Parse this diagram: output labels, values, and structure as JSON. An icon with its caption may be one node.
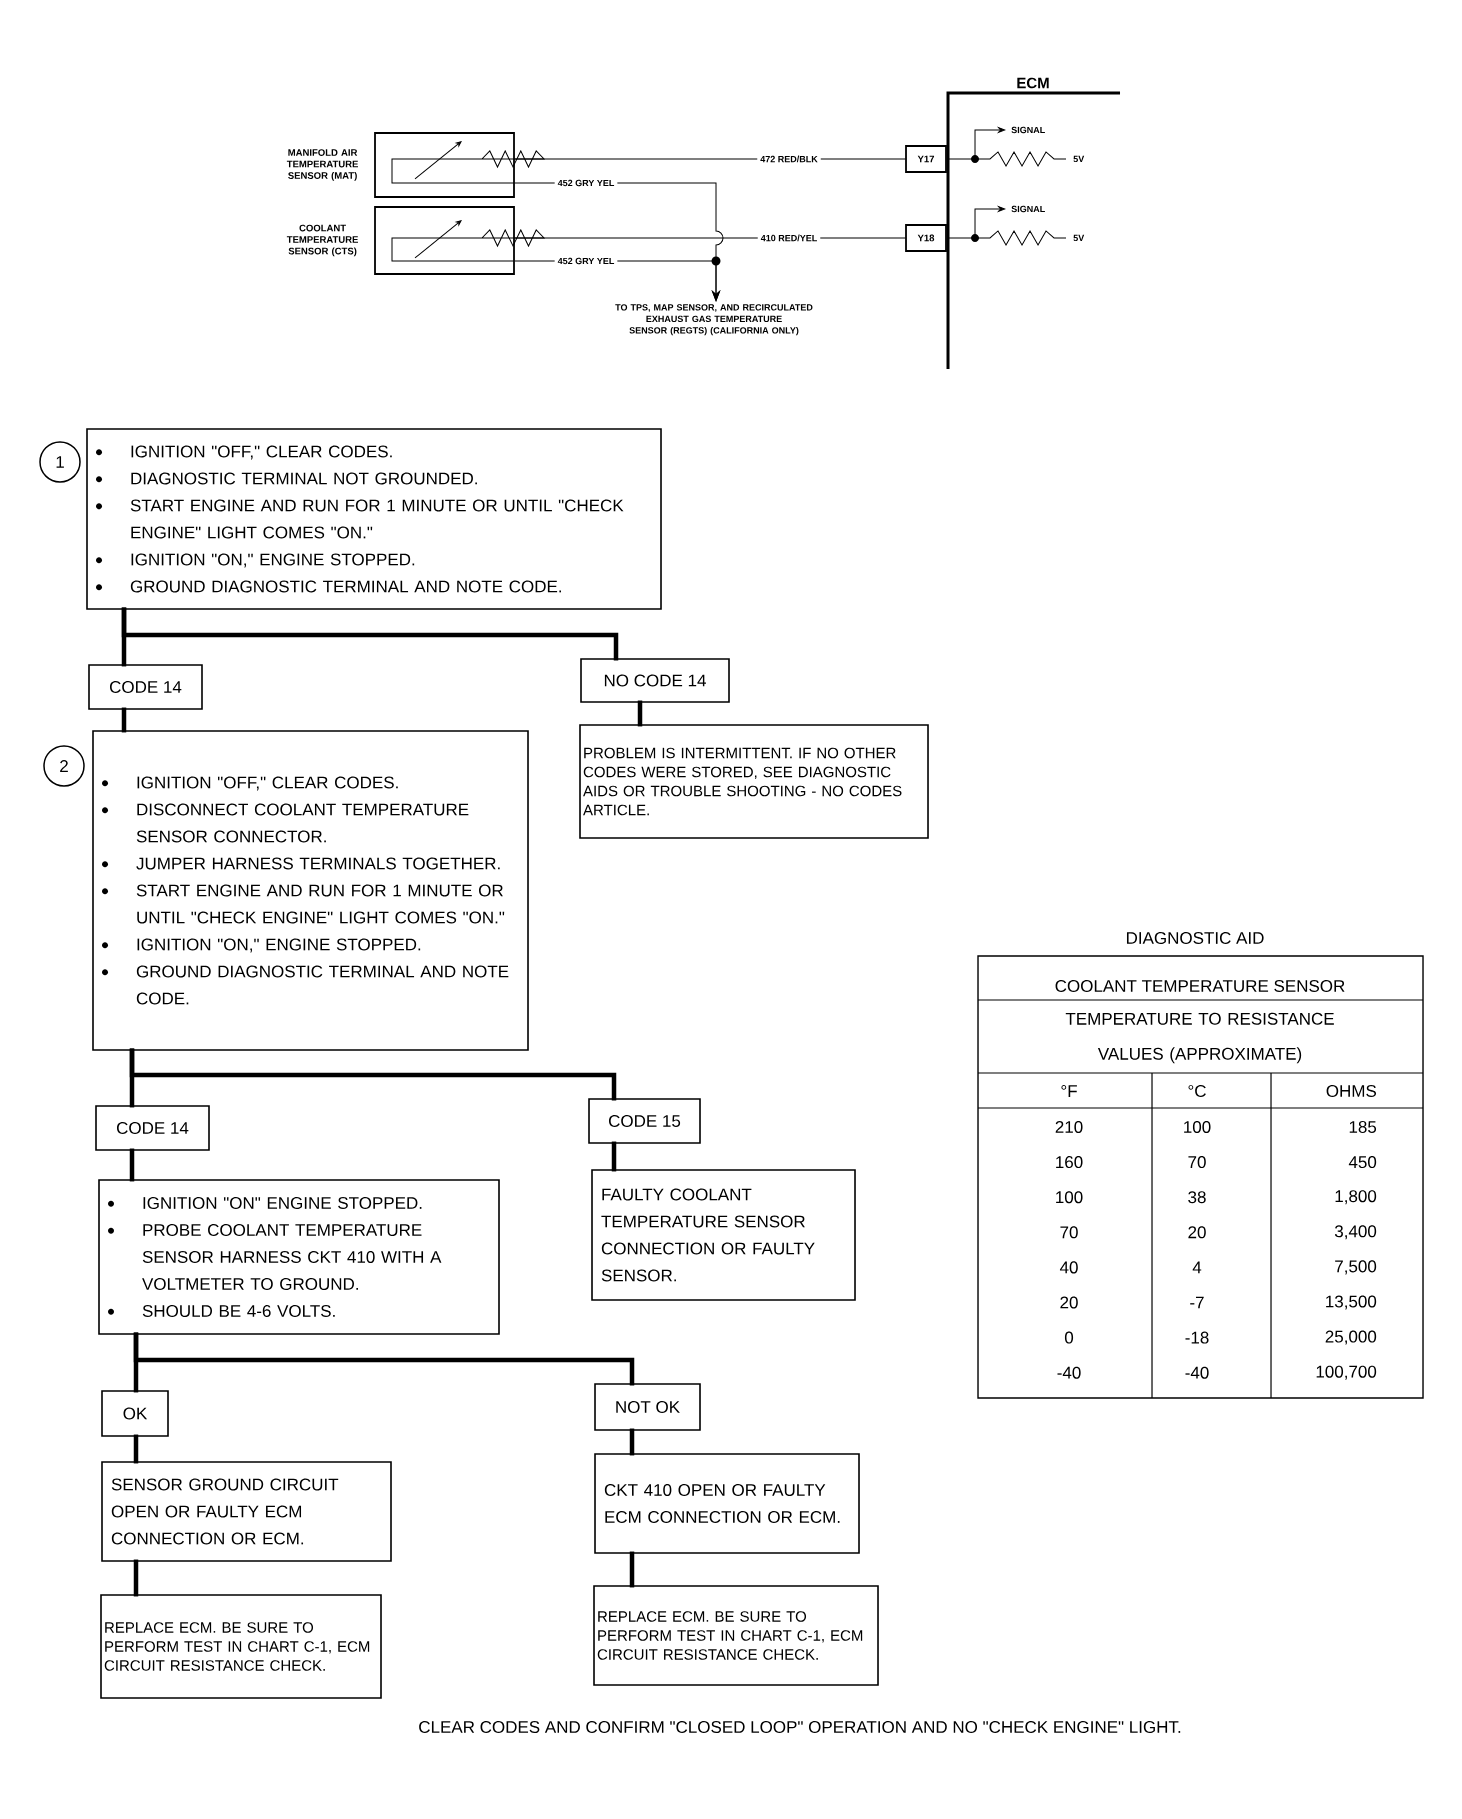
{
  "diagram": {
    "caption": "CLEAR CODES AND CONFIRM \"CLOSED LOOP\" OPERATION AND NO \"CHECK ENGINE\" LIGHT.",
    "nodes": [
      {
        "text": [
          "MANIFOLD AIR TEMPERATURE SENSOR (MAT)"
        ]
      },
      {
        "text": [
          "COOLANT TEMPERATURE SENSOR (CTS)"
        ]
      },
      {
        "text": [
          "Y17"
        ]
      },
      {
        "text": [
          "Y18"
        ]
      },
      {
        "text": [
          "TO TPS, MAP SENSOR, AND RECIRCULATED EXHAUST GAS TEMPERATURE SENSOR (REGTS) (CALIFORNIA ONLY)"
        ]
      },
      {
        "text": [
          "1"
        ]
      },
      {
        "text": [
          "IGNITION \"OFF,\" CLEAR CODES.",
          "DIAGNOSTIC TERMINAL NOT GROUNDED.",
          "START ENGINE AND RUN FOR 1 MINUTE OR UNTIL \"CHECK ENGINE\" LIGHT COMES \"ON.\"",
          "IGNITION \"ON,\" ENGINE STOPPED.",
          "GROUND DIAGNOSTIC TERMINAL AND NOTE CODE."
        ]
      },
      {
        "text": [
          "CODE 14"
        ]
      },
      {
        "text": [
          "NO CODE 14"
        ]
      },
      {
        "text": [
          "2"
        ]
      },
      {
        "text": [
          "IGNITION \"OFF,\" CLEAR CODES.",
          "DISCONNECT COOLANT TEMPERATURE SENSOR CONNECTOR.",
          "JUMPER HARNESS TERMINALS TOGETHER.",
          "START ENGINE AND RUN FOR 1 MINUTE OR UNTIL \"CHECK ENGINE\" LIGHT COMES \"ON.\"",
          "IGNITION \"ON,\" ENGINE STOPPED.",
          "GROUND DIAGNOSTIC TERMINAL AND NOTE CODE."
        ]
      },
      {
        "text": [
          "PROBLEM IS INTERMITTENT. IF NO OTHER CODES WERE STORED, SEE DIAGNOSTIC AIDS OR TROUBLE SHOOTING - NO CODES ARTICLE."
        ]
      },
      {
        "text": [
          "CODE 14"
        ]
      },
      {
        "text": [
          "CODE 15"
        ]
      },
      {
        "text": [
          "IGNITION \"ON\" ENGINE STOPPED.",
          "PROBE COOLANT TEMPERATURE SENSOR HARNESS CKT 410 WITH A VOLTMETER TO GROUND.",
          "SHOULD BE 4-6 VOLTS."
        ]
      },
      {
        "text": [
          "FAULTY COOLANT TEMPERATURE SENSOR CONNECTION OR FAULTY SENSOR."
        ]
      },
      {
        "text": [
          "OK"
        ]
      },
      {
        "text": [
          "NOT OK"
        ]
      },
      {
        "text": [
          "SENSOR GROUND CIRCUIT OPEN OR FAULTY ECM CONNECTION OR ECM."
        ]
      },
      {
        "text": [
          "CKT 410 OPEN OR FAULTY ECM CONNECTION OR ECM."
        ]
      },
      {
        "text": [
          "REPLACE ECM. BE SURE TO PERFORM TEST IN CHART C-1, ECM CIRCUIT RESISTANCE CHECK."
        ]
      },
      {
        "text": [
          "REPLACE ECM. BE SURE TO PERFORM TEST IN CHART C-1, ECM CIRCUIT RESISTANCE CHECK."
        ]
      }
    ],
    "edges": [
      {
        "from": 0,
        "to": 2,
        "arrow": "none",
        "label": "472 RED/BLK"
      },
      {
        "from": 0,
        "to": 4,
        "arrow": "to",
        "label": "452 GRY YEL"
      },
      {
        "from": 1,
        "to": 3,
        "arrow": "none",
        "label": "410 RED/YEL"
      },
      {
        "from": 1,
        "to": 4,
        "arrow": "to",
        "label": "452 GRY YEL"
      },
      {
        "from": 6,
        "to": 7,
        "arrow": "none"
      },
      {
        "from": 6,
        "to": 8,
        "arrow": "none"
      },
      {
        "from": 7,
        "to": 10,
        "arrow": "none"
      },
      {
        "from": 8,
        "to": 11,
        "arrow": "none"
      },
      {
        "from": 10,
        "to": 12,
        "arrow": "none"
      },
      {
        "from": 10,
        "to": 13,
        "arrow": "none"
      },
      {
        "from": 12,
        "to": 14,
        "arrow": "none"
      },
      {
        "from": 13,
        "to": 15,
        "arrow": "none"
      },
      {
        "from": 14,
        "to": 16,
        "arrow": "none"
      },
      {
        "from": 14,
        "to": 17,
        "arrow": "none"
      },
      {
        "from": 16,
        "to": 18,
        "arrow": "none"
      },
      {
        "from": 17,
        "to": 19,
        "arrow": "none"
      },
      {
        "from": 18,
        "to": 20,
        "arrow": "none"
      },
      {
        "from": 19,
        "to": 21,
        "arrow": "none"
      }
    ],
    "labels": [
      "ECM",
      "SIGNAL",
      "5V",
      "SIGNAL",
      "5V",
      "DIAGNOSTIC AID",
      "COOLANT TEMPERATURE SENSOR",
      "TEMPERATURE TO RESISTANCE VALUES (APPROXIMATE)",
      "°F",
      "°C",
      "OHMS",
      "210",
      "100",
      "185",
      "160",
      "70",
      "450",
      "100",
      "38",
      "1,800",
      "70",
      "20",
      "3,400",
      "40",
      "4",
      "7,500",
      "20",
      "-7",
      "13,500",
      "0",
      "-18",
      "25,000",
      "-40",
      "-40",
      "100,700"
    ]
  }
}
